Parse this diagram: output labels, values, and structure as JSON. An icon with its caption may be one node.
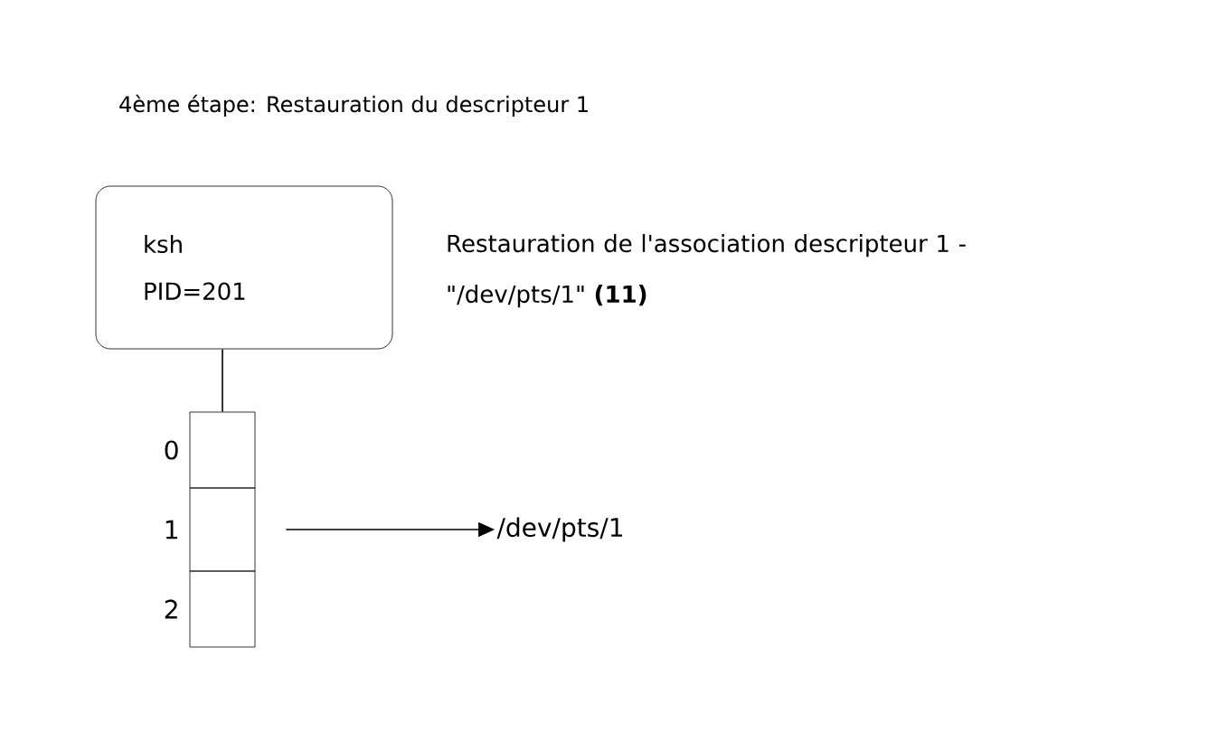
{
  "diagram": {
    "title": "4ème étape: Restauration du descripteur 1",
    "nodes": [
      {
        "text": [
          "ksh",
          "PID=201"
        ]
      },
      {
        "text": [],
        "shape": "box",
        "beside": [
          "0"
        ]
      },
      {
        "text": [],
        "shape": "box",
        "beside": [
          "1"
        ]
      },
      {
        "text": [],
        "shape": "box",
        "beside": [
          "2"
        ]
      },
      {
        "text": [
          "/dev/pts/1"
        ]
      }
    ],
    "edges": [
      {
        "from": 0,
        "to": 1,
        "arrow": "none"
      },
      {
        "from": 2,
        "to": 4,
        "arrow": "to"
      }
    ],
    "labels": [
      "Restauration de l'association descripteur 1 - \"/dev/pts/1\" **(11)**"
    ]
  }
}
